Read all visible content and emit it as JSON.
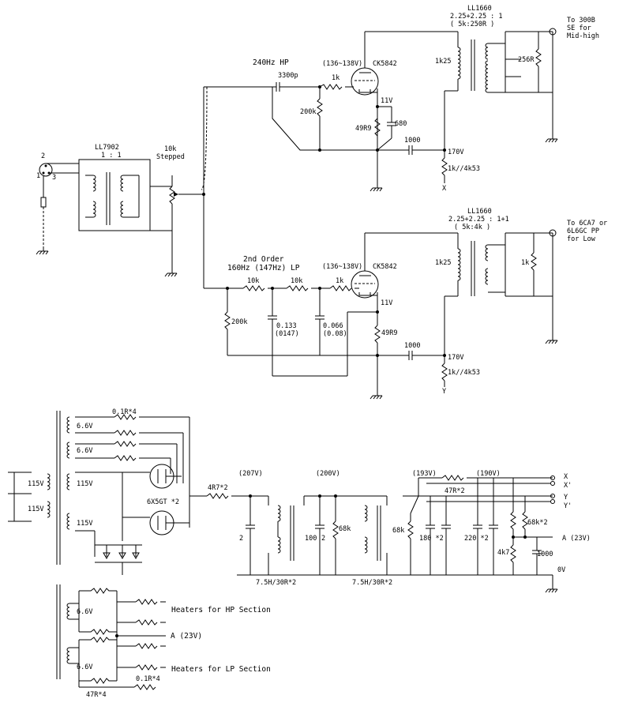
{
  "input": {
    "pins": [
      "2",
      "1",
      "3"
    ]
  },
  "input_transformer": {
    "name": "LL7902",
    "ratio": "1 : 1"
  },
  "attenuator": {
    "value": "10k",
    "type": "Stepped"
  },
  "hp": {
    "title": "240Hz HP",
    "cap": "3300p",
    "grid_r": "1k",
    "grid_bias": "200k",
    "bias_volt": "(136~138V)",
    "tube": "CK5842",
    "cath_volt": "11V",
    "cath_r": "49R9",
    "cath_c": "680",
    "coupling_c": "1000",
    "plate_volt": "170V",
    "plate_r": "1k//4k53",
    "plate_node": "X",
    "transformer": "LL1660",
    "tr_ratio": "2.25+2.25 : 1",
    "tr_imp": "( 5k:250R )",
    "primary_r": "1k25",
    "load_r": "256R",
    "out_text": [
      "To 300B",
      "SE for",
      "Mid-high"
    ]
  },
  "lp": {
    "title": [
      "2nd Order",
      "160Hz (147Hz) LP"
    ],
    "r1": "10k",
    "r2": "10k",
    "grid_r": "1k",
    "bias_r": "200k",
    "c1": [
      "0.133",
      "(0147)"
    ],
    "c2": [
      "0.066",
      "(0.08)"
    ],
    "bias_volt": "(136~138V)",
    "tube": "CK5842",
    "cath_volt": "11V",
    "cath_r": "49R9",
    "coupling_c": "1000",
    "plate_volt": "170V",
    "plate_r": "1k//4k53",
    "plate_node": "Y",
    "transformer": "LL1660",
    "tr_ratio": "2.25+2.25 : 1+1",
    "tr_imp": "( 5k:4k )",
    "primary_r": "1k25",
    "load_r": "1k",
    "out_text": [
      "To 6CA7 or",
      "6L6GC PP",
      "for Low"
    ]
  },
  "psu": {
    "primary": [
      "115V",
      "115V"
    ],
    "windings": [
      "6.6V",
      "6.6V",
      "115V",
      "115V"
    ],
    "series_r": "0.1R*4",
    "rectifier": "6X5GT *2",
    "r1": "4R7*2",
    "v1": "(207V)",
    "c1": "2",
    "choke1": "7.5H/30R*2",
    "v2": "(200V)",
    "c2": "100",
    "c2b": "2",
    "r2": "68k",
    "choke2": "7.5H/30R*2",
    "v3": "(193V)",
    "r3": "47R*2",
    "v4": "(190V)",
    "r4": "68k",
    "c3": "180 *2",
    "c4": "220 *2",
    "r5": "68k*2",
    "r6": "4k7",
    "c5": "1000",
    "outputs": [
      "X",
      "X'",
      "Y",
      "Y'"
    ],
    "a_out": "A (23V)",
    "ground": "0V"
  },
  "heaters": {
    "windings": [
      "6.6V",
      "6.6V"
    ],
    "hp_label": "Heaters for HP Section",
    "lp_label": "Heaters for LP Section",
    "a_label": "A (23V)",
    "r_a": "47R*4",
    "r_b": "0.1R*4"
  }
}
